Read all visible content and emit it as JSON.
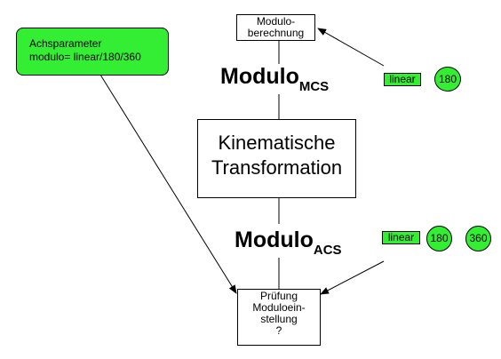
{
  "param_box": {
    "line1": "Achsparameter",
    "line2": "modulo= linear/180/360"
  },
  "modulo_calc": {
    "line1": "Modulo-",
    "line2": "berechnung"
  },
  "modulo_mcs": {
    "main": "Modulo",
    "sub": "MCS"
  },
  "kinematic": {
    "line1": "Kinematische",
    "line2": "Transformation"
  },
  "modulo_acs": {
    "main": "Modulo",
    "sub": "ACS"
  },
  "check_box": {
    "line1": "Prüfung",
    "line2": "Moduloein-",
    "line3": "stellung",
    "line4": "?"
  },
  "mcs_options": {
    "linear": "linear",
    "c180": "180"
  },
  "acs_options": {
    "linear": "linear",
    "c180": "180",
    "c360": "360"
  },
  "colors": {
    "green": "#33ee33",
    "stroke": "#000000"
  }
}
